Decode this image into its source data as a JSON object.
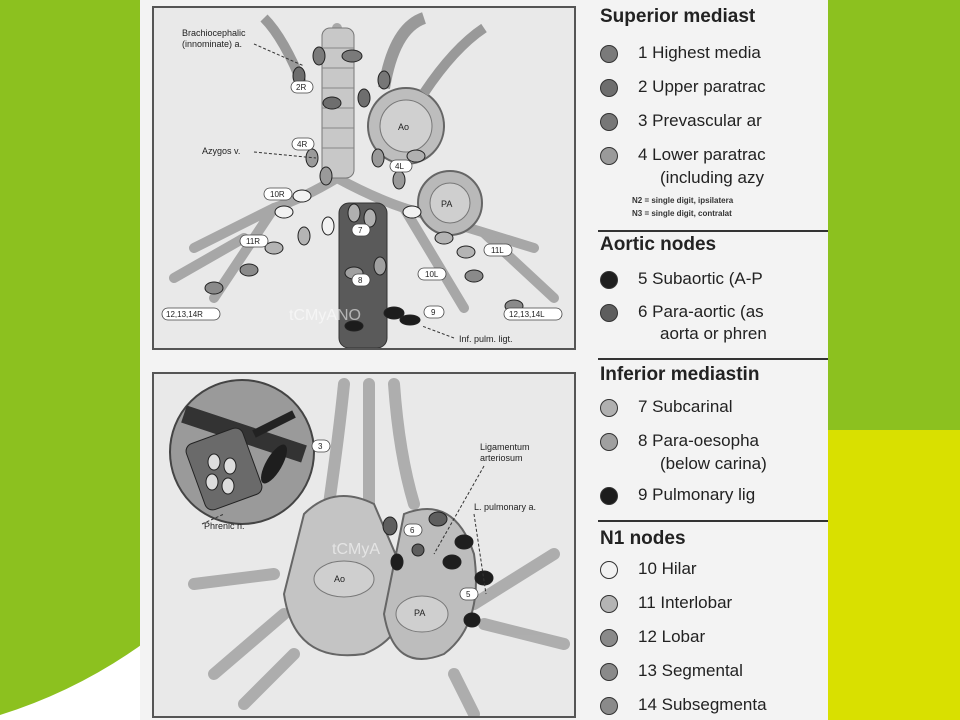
{
  "top_figure": {
    "labels": {
      "brachiocephalic": "Brachiocephalic",
      "innominate": "(innominate) a.",
      "azygos": "Azygos v.",
      "ao": "Ao",
      "pa": "PA",
      "inf_pulm_ligt": "Inf. pulm. ligt.",
      "watermark": "tCMyANO"
    },
    "node_tags": [
      "2R",
      "4R",
      "4L",
      "10R",
      "11R",
      "10L",
      "11L",
      "7",
      "8",
      "9",
      "12,13,14R",
      "12,13,14L"
    ]
  },
  "bottom_figure": {
    "labels": {
      "ligamentum": "Ligamentum",
      "arteriosum": "arteriosum",
      "l_pulmonary": "L. pulmonary a.",
      "phrenic": "Phrenic n.",
      "ao": "Ao",
      "pa": "PA",
      "watermark": "tCMyA"
    },
    "node_tags": [
      "3",
      "6",
      "5"
    ]
  },
  "legend": {
    "sections": [
      {
        "title": "Superior mediast",
        "items": [
          {
            "text": "1 Highest media",
            "color": "#7a7a7a"
          },
          {
            "text": "2 Upper paratrac",
            "color": "#6e6e6e"
          },
          {
            "text": "3 Prevascular ar",
            "color": "#777777"
          },
          {
            "text": "4 Lower paratrac",
            "text2": "(including azy",
            "color": "#9a9a9a"
          }
        ],
        "notes": [
          "N2 = single digit, ipsilatera",
          "N3 = single digit, contralat"
        ]
      },
      {
        "title": "Aortic nodes",
        "items": [
          {
            "text": "5 Subaortic (A-P",
            "color": "#1e1e1e"
          },
          {
            "text": "6 Para-aortic (as",
            "text2": "aorta or phren",
            "color": "#5e5e5e"
          }
        ]
      },
      {
        "title": "Inferior mediastin",
        "items": [
          {
            "text": "7 Subcarinal",
            "color": "#b0b0b0"
          },
          {
            "text": "8 Para-oesopha",
            "text2": "(below carina)",
            "color": "#a0a0a0"
          },
          {
            "text": "9 Pulmonary lig",
            "color": "#1c1c1c"
          }
        ]
      },
      {
        "title": "N1 nodes",
        "items": [
          {
            "text": "10 Hilar",
            "color": "#f2f2f2"
          },
          {
            "text": "11 Interlobar",
            "color": "#b4b4b4"
          },
          {
            "text": "12 Lobar",
            "color": "#8a8a8a"
          },
          {
            "text": "13 Segmental",
            "color": "#8a8a8a"
          },
          {
            "text": "14 Subsegmenta",
            "color": "#8a8a8a"
          }
        ]
      }
    ]
  }
}
